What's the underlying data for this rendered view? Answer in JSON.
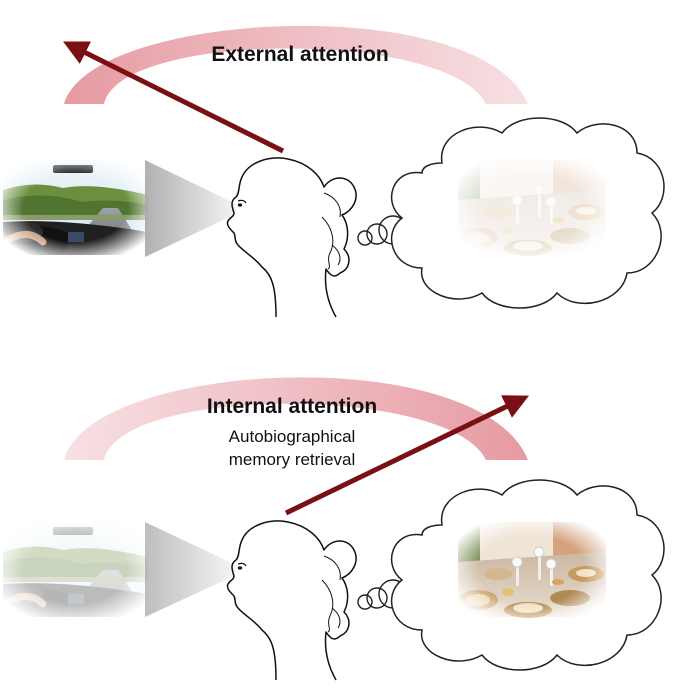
{
  "panels": {
    "external": {
      "title": "External attention"
    },
    "internal": {
      "title": "Internal attention",
      "subtitle_line1": "Autobiographical",
      "subtitle_line2": "memory retrieval"
    }
  },
  "colors": {
    "arc_pink": "#e59aa2",
    "arrow_dark_red": "#7a0f14",
    "cone_gray": "#9a9a9a",
    "road_sky": "#d9ecf5",
    "road_trees": "#4e7a2e",
    "dashboard": "#1b1b1b",
    "table_cloth": "#d7c9b8",
    "plate": "#c9a56c"
  },
  "icons": {
    "head_profile": "woman-head-silhouette-icon",
    "thought_bubble": "thought-cloud-icon",
    "road_photo": "car-driving-photo",
    "dinner_photo": "dinner-table-photo"
  }
}
